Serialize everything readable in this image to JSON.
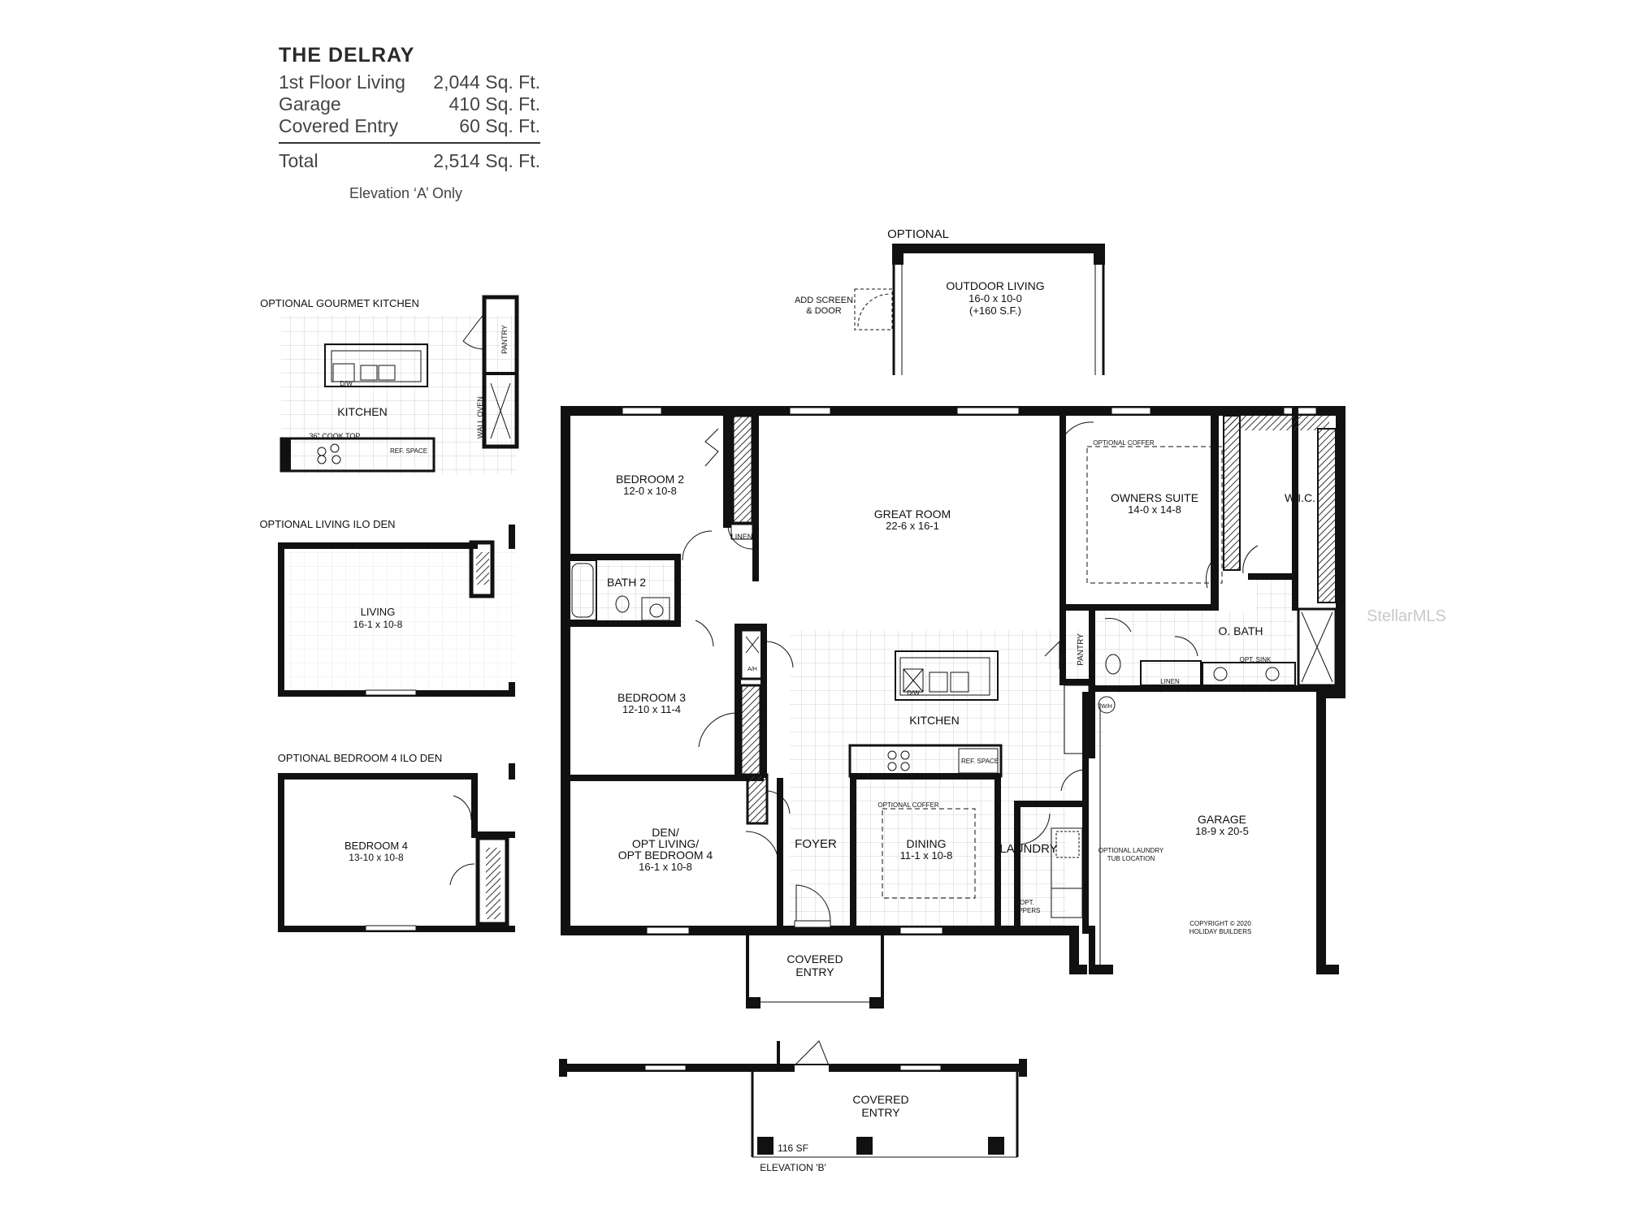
{
  "header": {
    "title": "THE DELRAY",
    "rows": [
      {
        "label": "1st Floor Living",
        "value": "2,044 Sq. Ft."
      },
      {
        "label": "Garage",
        "value": "410 Sq. Ft."
      },
      {
        "label": "Covered Entry",
        "value": "60 Sq. Ft."
      }
    ],
    "total": {
      "label": "Total",
      "value": "2,514 Sq. Ft."
    },
    "elevation_note": "Elevation ‘A’ Only"
  },
  "watermark": "StellarMLS",
  "labels": {
    "optional_outdoor": "OPTIONAL",
    "outdoor_living": "OUTDOOR LIVING",
    "outdoor_living_size": "16-0 x 10-0",
    "outdoor_living_sf": "(+160 S.F.)",
    "add_screen": "ADD SCREEN",
    "and_door": "& DOOR",
    "opt_gourmet_kitchen": "OPTIONAL GOURMET KITCHEN",
    "gourmet_kitchen": "KITCHEN",
    "cook_top": "36\" COOK TOP",
    "ref_space_opt": "REF. SPACE",
    "pantry_opt": "PANTRY",
    "wall_oven": "WALL OVEN",
    "dw_opt": "D/W",
    "opt_living_ilo_den": "OPTIONAL LIVING ILO DEN",
    "living": "LIVING",
    "living_size": "16-1 x 10-8",
    "opt_bedroom4_ilo_den": "OPTIONAL BEDROOM 4 ILO DEN",
    "bedroom4": "BEDROOM 4",
    "bedroom4_size": "13-10 x 10-8",
    "bedroom2": "BEDROOM 2",
    "bedroom2_size": "12-0 x 10-8",
    "linen_1": "LINEN",
    "bath2": "BATH 2",
    "great_room": "GREAT ROOM",
    "great_room_size": "22-6 x 16-1",
    "optional_coffer_1": "OPTIONAL COFFER",
    "owners_suite": "OWNERS SUITE",
    "owners_suite_size": "14-0 x 14-8",
    "wic": "W.I.C.",
    "o_bath": "O. BATH",
    "opt_sink": "OPT. SINK",
    "linen_2": "LINEN",
    "pantry": "PANTRY",
    "wh": "W/H",
    "bedroom3": "BEDROOM 3",
    "bedroom3_size": "12-10 x 11-4",
    "ah": "A/H",
    "kitchen": "KITCHEN",
    "dw": "D/W",
    "ref_space": "REF. SPACE",
    "den": "DEN/",
    "den_opt_living": "OPT LIVING/",
    "den_opt_bedroom": "OPT BEDROOM 4",
    "den_size": "16-1 x 10-8",
    "foyer": "FOYER",
    "optional_coffer_2": "OPTIONAL COFFER",
    "dining": "DINING",
    "dining_size": "11-1 x 10-8",
    "laundry": "LAUNDRY",
    "opt_uppers_1": "OPT.",
    "opt_uppers_2": "UPPERS",
    "opt_laundry_tub_1": "OPTIONAL LAUNDRY",
    "opt_laundry_tub_2": "TUB LOCATION",
    "garage": "GARAGE",
    "garage_size": "18-9 x 20-5",
    "copyright_1": "COPYRIGHT © 2020",
    "copyright_2": "HOLIDAY BUILDERS",
    "covered_entry_a1": "COVERED",
    "covered_entry_a2": "ENTRY",
    "covered_entry_b1": "COVERED",
    "covered_entry_b2": "ENTRY",
    "sf_116": "116 SF",
    "elevation_b": "ELEVATION 'B'"
  }
}
